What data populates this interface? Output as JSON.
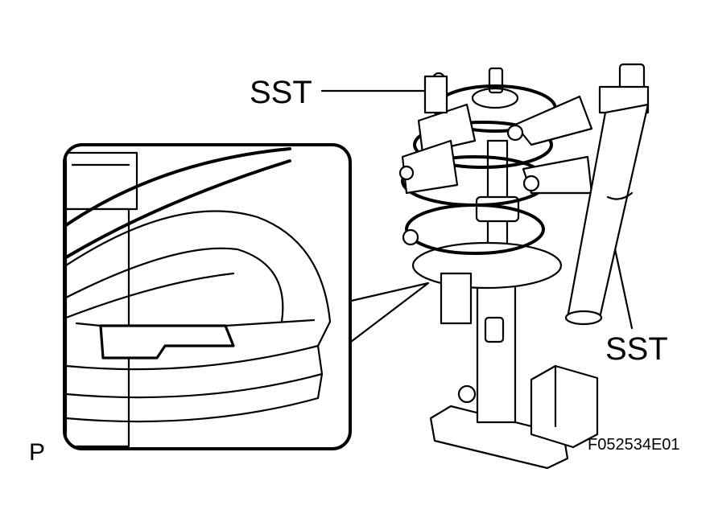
{
  "diagram": {
    "labels": {
      "sst_top": "SST",
      "sst_right": "SST",
      "view_letter": "P",
      "figure_code": "F052534E01"
    },
    "colors": {
      "line": "#000000",
      "background": "#ffffff"
    }
  }
}
